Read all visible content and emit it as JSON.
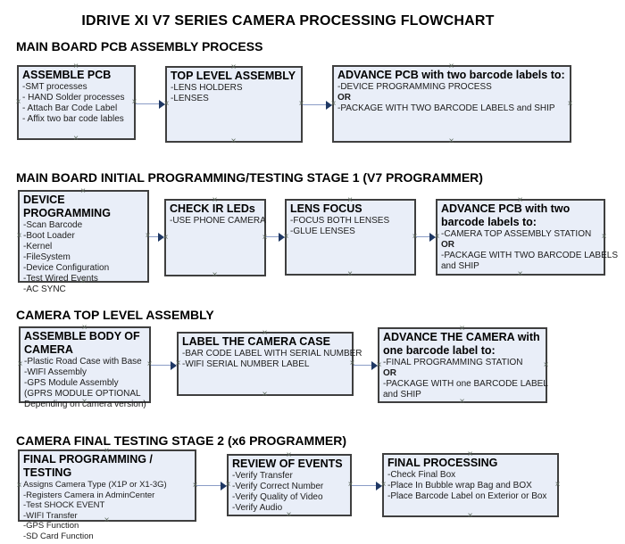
{
  "title": "IDRIVE XI V7 SERIES CAMERA PROCESSING FLOWCHART",
  "icons": {
    "handle": "×"
  },
  "colors": {
    "box_fill": "#e9eef8",
    "box_border": "#3f3f3f",
    "arrow_line": "#8a9cc6",
    "arrow_head": "#1f3864",
    "handle": "#5e6a5e"
  },
  "sections": [
    {
      "heading": "MAIN BOARD PCB ASSEMBLY PROCESS",
      "boxes": [
        {
          "title": "ASSEMBLE PCB",
          "items": [
            "-SMT processes",
            "- HAND Solder processes",
            "- Attach Bar Code Label",
            "- Affix two bar code lables"
          ]
        },
        {
          "title": "TOP LEVEL ASSEMBLY",
          "items": [
            "-LENS HOLDERS",
            "-LENSES"
          ]
        },
        {
          "title": "ADVANCE PCB with two barcode labels to:",
          "items": [
            "-DEVICE PROGRAMMING PROCESS",
            "OR",
            "-PACKAGE WITH TWO BARCODE LABELS and SHIP"
          ]
        }
      ]
    },
    {
      "heading": "MAIN BOARD INITIAL PROGRAMMING/TESTING STAGE 1 (V7 PROGRAMMER)",
      "boxes": [
        {
          "title": "DEVICE PROGRAMMING",
          "items": [
            "-Scan Barcode",
            "-Boot Loader",
            "-Kernel",
            "-FileSystem",
            "-Device Configuration",
            "-Test Wired Events",
            "-AC SYNC"
          ]
        },
        {
          "title": "CHECK IR LEDs",
          "items": [
            "-USE PHONE CAMERA"
          ]
        },
        {
          "title": "LENS FOCUS",
          "items": [
            "-FOCUS BOTH LENSES",
            "-GLUE LENSES"
          ]
        },
        {
          "title": "ADVANCE PCB with two barcode labels to:",
          "items": [
            "-CAMERA TOP ASSEMBLY STATION",
            "OR",
            "-PACKAGE WITH TWO BARCODE LABELS",
            "and SHIP"
          ]
        }
      ]
    },
    {
      "heading": "CAMERA TOP LEVEL ASSEMBLY",
      "boxes": [
        {
          "title": "ASSEMBLE BODY OF CAMERA",
          "items": [
            "-Plastic Road Case with Base",
            "-WIFI Assembly",
            "-GPS Module Assembly",
            "(GPRS MODULE OPTIONAL",
            "Depending on camera version)"
          ]
        },
        {
          "title": "LABEL THE CAMERA CASE",
          "items": [
            "-BAR CODE LABEL WITH SERIAL NUMBER",
            "-WIFI SERIAL NUMBER LABEL"
          ]
        },
        {
          "title": "ADVANCE THE CAMERA with one barcode label to:",
          "items": [
            "-FINAL PROGRAMMING STATION",
            "OR",
            "-PACKAGE WITH one BARCODE LABEL",
            "and SHIP"
          ]
        }
      ]
    },
    {
      "heading": "CAMERA FINAL TESTING STAGE 2 (x6 PROGRAMMER)",
      "boxes": [
        {
          "title": "FINAL PROGRAMMING / TESTING",
          "items": [
            "Assigns Camera Type (X1P or X1-3G)",
            "-Registers Camera in AdminCenter",
            "-Test SHOCK EVENT",
            "-WIFI Transfer",
            "-GPS Function",
            "-SD Card Function"
          ]
        },
        {
          "title": "REVIEW OF EVENTS",
          "items": [
            "-Verify Transfer",
            "-Verify Correct Number",
            "-Verify Quality of Video",
            "-Verify Audio"
          ]
        },
        {
          "title": "FINAL PROCESSING",
          "items": [
            "-Check Final Box",
            "-Place In Bubble wrap Bag and BOX",
            "-Place Barcode Label on Exterior or Box"
          ]
        }
      ]
    }
  ]
}
